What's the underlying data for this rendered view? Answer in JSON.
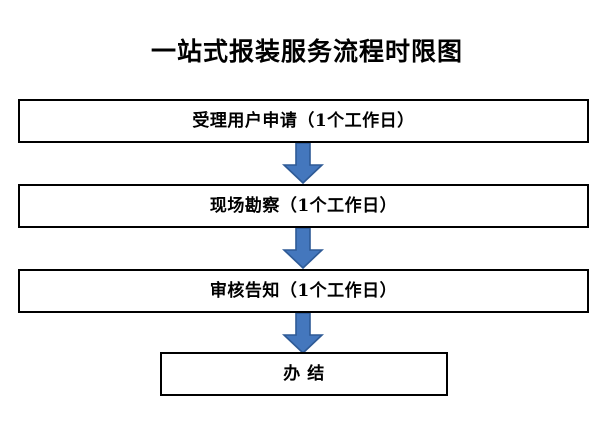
{
  "document": {
    "title": "一站式报装服务流程时限图",
    "background_color": "#ffffff",
    "text_color": "#000000"
  },
  "flowchart": {
    "orientation": "vertical",
    "box_border_color": "#000000",
    "box_fill_color": "#ffffff",
    "arrow_fill_color": "#4477BD",
    "arrow_stroke_color": "#2E5A96",
    "nodes": [
      {
        "id": "node-0",
        "label": "受理用户申请（1个工作日）",
        "step": "1",
        "duration": "1个工作日",
        "width": "wide"
      },
      {
        "id": "node-1",
        "label": "现场勘察（1个工作日）",
        "step": "2",
        "duration": "1个工作日",
        "width": "wide"
      },
      {
        "id": "node-2",
        "label": "审核告知（1个工作日）",
        "step": "3",
        "duration": "1个工作日",
        "width": "wide"
      },
      {
        "id": "node-3",
        "label": "办 结",
        "step": "4",
        "duration": "",
        "width": "narrow"
      }
    ],
    "arrows": [
      {
        "id": "arrow-0",
        "from": "node-0",
        "to": "node-1",
        "direction": "down"
      },
      {
        "id": "arrow-1",
        "from": "node-1",
        "to": "node-2",
        "direction": "down"
      },
      {
        "id": "arrow-2",
        "from": "node-2",
        "to": "node-3",
        "direction": "down"
      }
    ]
  }
}
